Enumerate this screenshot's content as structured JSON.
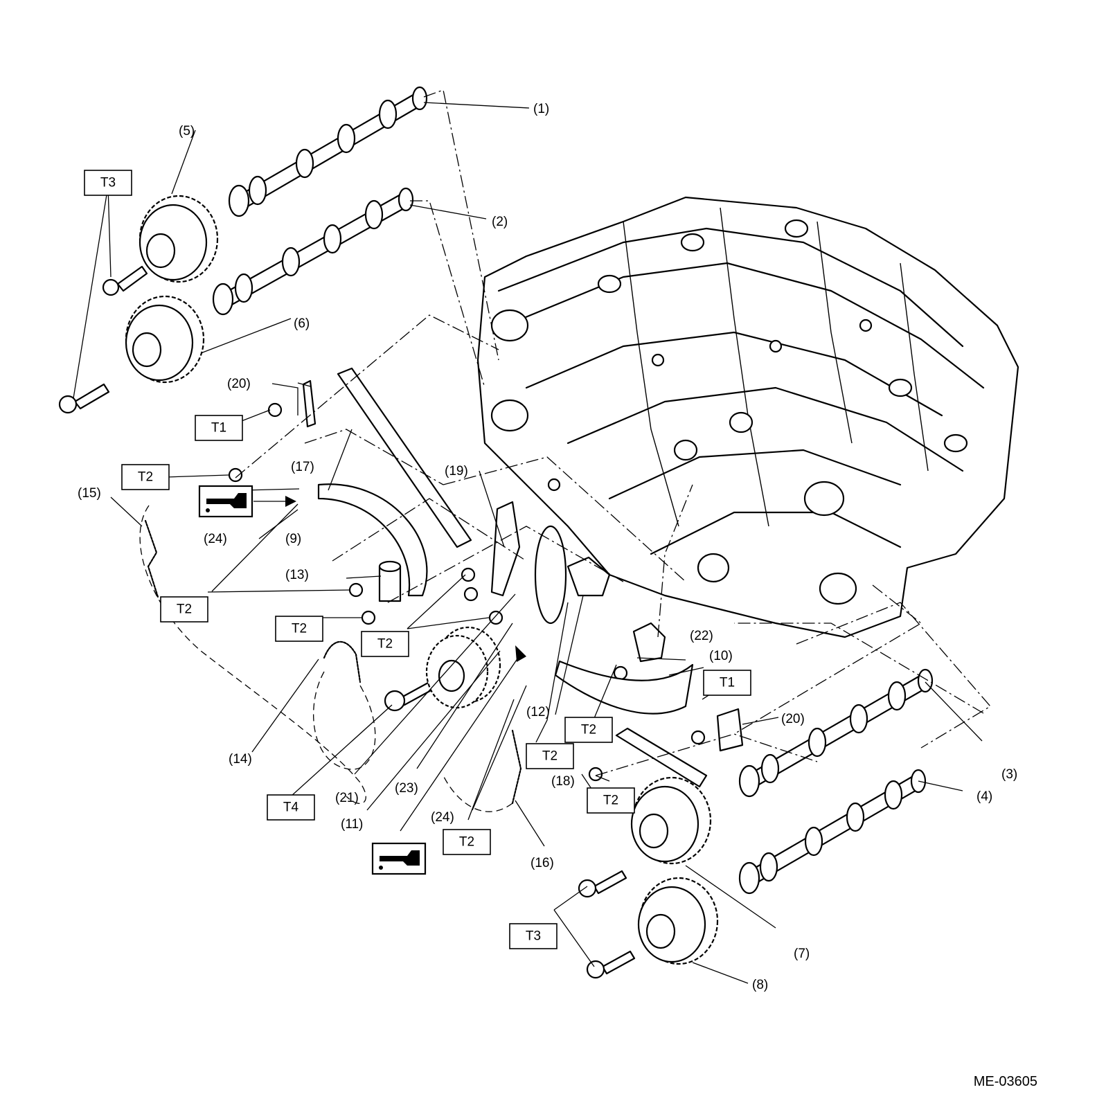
{
  "callouts": [
    "(1)",
    "(2)",
    "(3)",
    "(4)",
    "(5)",
    "(6)",
    "(7)",
    "(8)",
    "(9)",
    "(10)",
    "(11)",
    "(12)",
    "(13)",
    "(14)",
    "(15)",
    "(16)",
    "(17)",
    "(18)",
    "(19)",
    "(20)",
    "(20)",
    "(21)",
    "(22)",
    "(23)",
    "(24)",
    "(24)"
  ],
  "torque_labels": [
    "T1",
    "T1",
    "T2",
    "T2",
    "T2",
    "T2",
    "T2",
    "T2",
    "T2",
    "T2",
    "T3",
    "T3",
    "T4"
  ],
  "lubricant_symbol": "oil-can-icon",
  "document_id": "ME-03605"
}
